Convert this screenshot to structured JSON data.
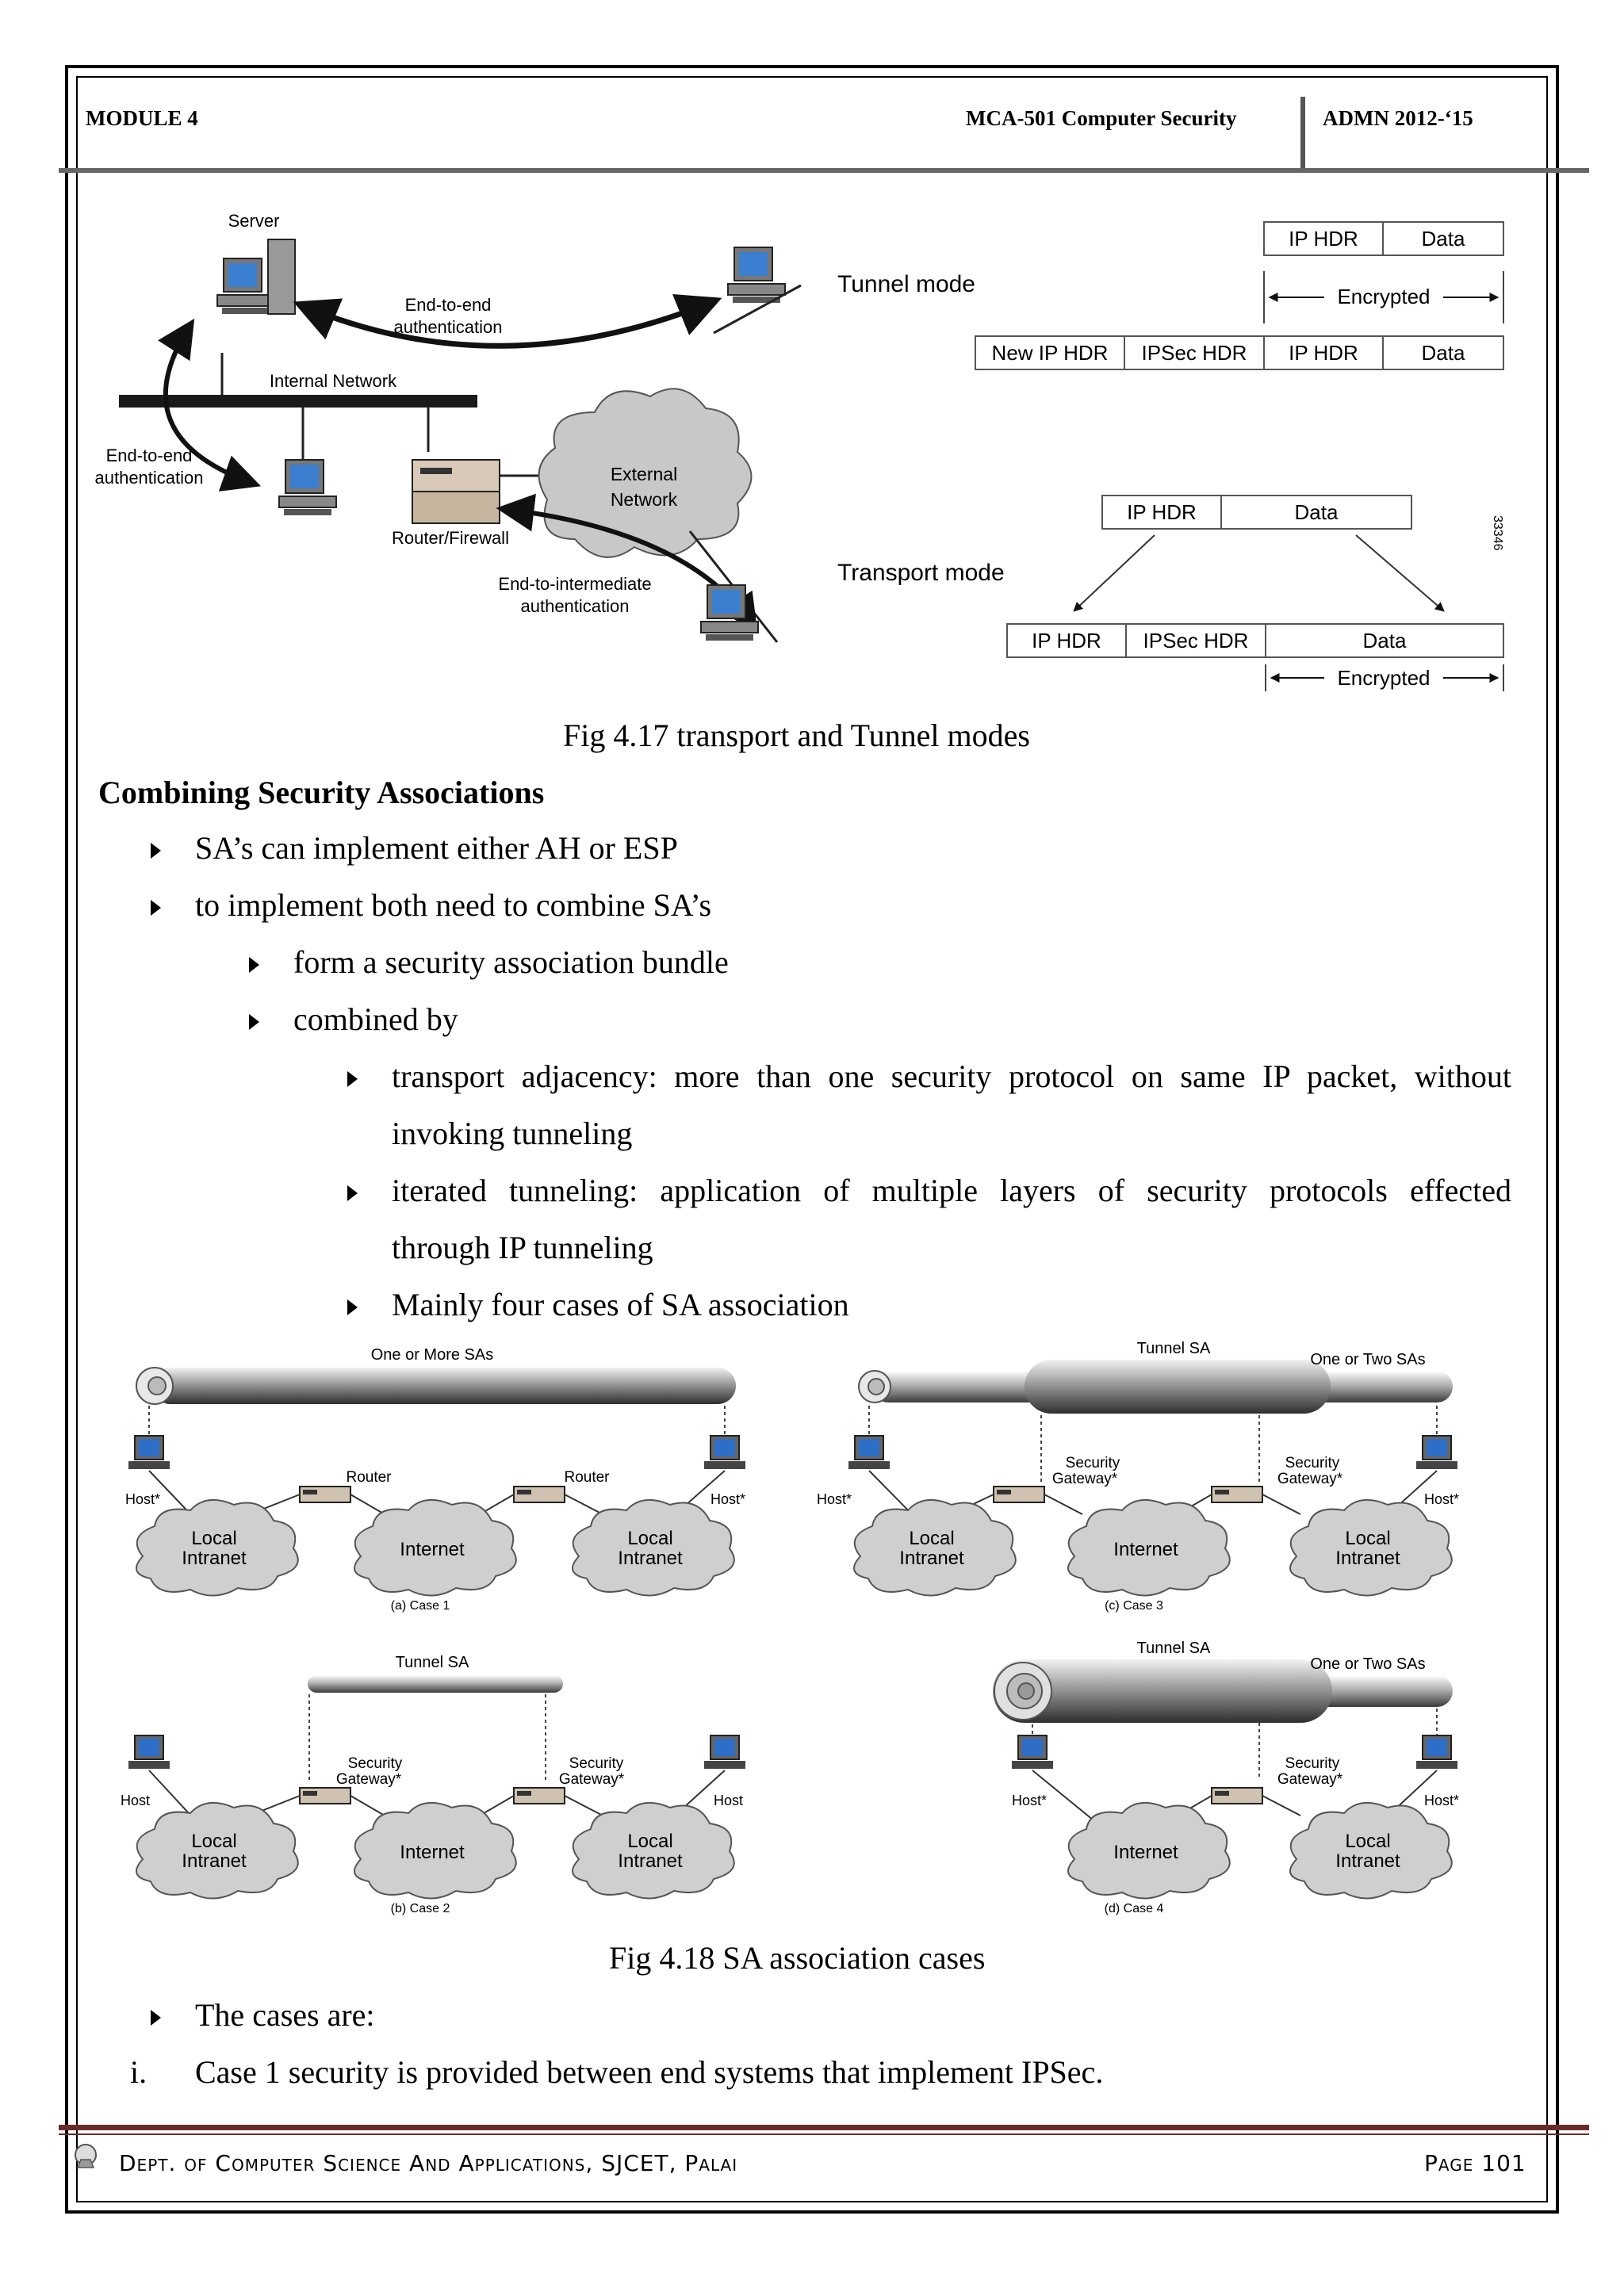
{
  "header": {
    "module": "MODULE  4",
    "course": "MCA-501  Computer Security",
    "batch": "ADMN 2012-‘15"
  },
  "fig417": {
    "net": {
      "server": "Server",
      "internal": "Internal Network",
      "e2e_top": [
        "End-to-end",
        "authentication"
      ],
      "e2e_left": [
        "End-to-end",
        "authentication"
      ],
      "router": "Router/Firewall",
      "external": [
        "External",
        "Network"
      ],
      "intermediate": [
        "End-to-intermediate",
        "authentication"
      ]
    },
    "modes": {
      "tunnel_label": "Tunnel mode",
      "transport_label": "Transport mode",
      "ip_hdr": "IP HDR",
      "data": "Data",
      "encrypted": "Encrypted",
      "new_ip_hdr": "New IP HDR",
      "ipsec_hdr": "IPSec HDR",
      "code": "33346"
    },
    "caption": "Fig 4.17 transport and Tunnel modes"
  },
  "section": {
    "heading": "Combining Security Associations",
    "b1": "SA’s can implement either AH or ESP",
    "b2": "to implement both need to combine SA’s",
    "b2a": "form a security association bundle",
    "b2b": "combined by",
    "b3a": "transport adjacency: more than one security protocol on same IP packet, without",
    "b3a_cont": "invoking tunneling",
    "b3b": "iterated tunneling: application of multiple layers of security protocols effected",
    "b3b_cont": "through IP tunneling",
    "b3c": "Mainly four cases of SA association"
  },
  "fig418": {
    "one_or_more": "One or More SAs",
    "tunnel_sa": "Tunnel SA",
    "one_or_two": "One or Two SAs",
    "router": "Router",
    "host_star": "Host*",
    "host": "Host",
    "security": "Security",
    "gateway_star": "Gateway*",
    "local": "Local",
    "intranet": "Intranet",
    "internet": "Internet",
    "case1": "(a) Case 1",
    "case2": "(b) Case 2",
    "case3": "(c) Case 3",
    "case4": "(d) Case 4",
    "caption": "Fig 4.18 SA association cases"
  },
  "tail": {
    "cases_are": "The cases are:",
    "item_num": "i.",
    "item_text": "Case 1 security is provided between end systems that implement IPSec."
  },
  "footer": {
    "dept": "Dept. of Computer Science And Applications, SJCET, Palai",
    "page": "Page 101"
  }
}
